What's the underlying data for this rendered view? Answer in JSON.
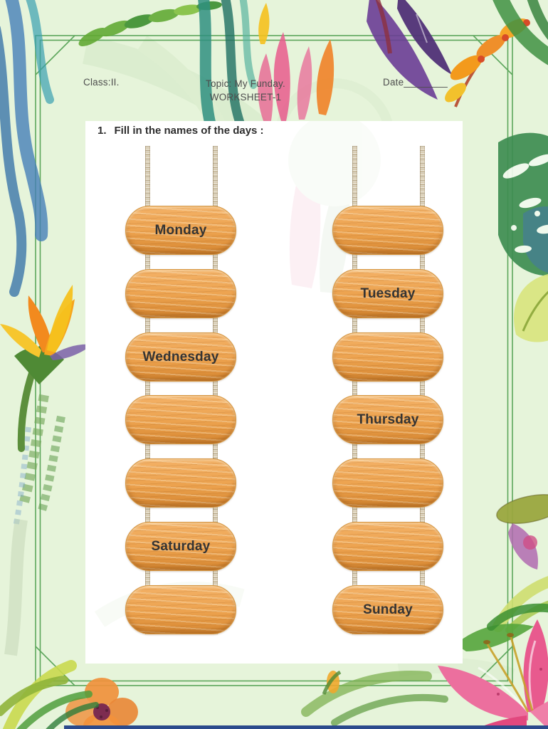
{
  "header": {
    "class_label": "Class:II.",
    "topic_label": "Topic: My Funday.",
    "worksheet_label": "WORKSHEET-1",
    "date_label": "Date________"
  },
  "question": {
    "number": "1.",
    "text": "Fill in the names of the days :"
  },
  "ladders": [
    {
      "side": "left",
      "boards": [
        {
          "label": "Monday",
          "filled": true
        },
        {
          "label": "",
          "filled": false
        },
        {
          "label": "Wednesday",
          "filled": true
        },
        {
          "label": "",
          "filled": false
        },
        {
          "label": "",
          "filled": false
        },
        {
          "label": "Saturday",
          "filled": true
        },
        {
          "label": "",
          "filled": false
        }
      ]
    },
    {
      "side": "right",
      "boards": [
        {
          "label": "",
          "filled": false
        },
        {
          "label": "Tuesday",
          "filled": true
        },
        {
          "label": "",
          "filled": false
        },
        {
          "label": "Thursday",
          "filled": true
        },
        {
          "label": "",
          "filled": false
        },
        {
          "label": "",
          "filled": false
        },
        {
          "label": "Sunday",
          "filled": true
        }
      ]
    }
  ],
  "colors": {
    "page_background": "#e6f4da",
    "frame_green": "#4f9e4f",
    "board_wood": "#eca24e",
    "board_text": "#343434",
    "rope": "#d8ccb2",
    "panel": "#ffffff",
    "bottom_strip": "#2b4a8c"
  }
}
